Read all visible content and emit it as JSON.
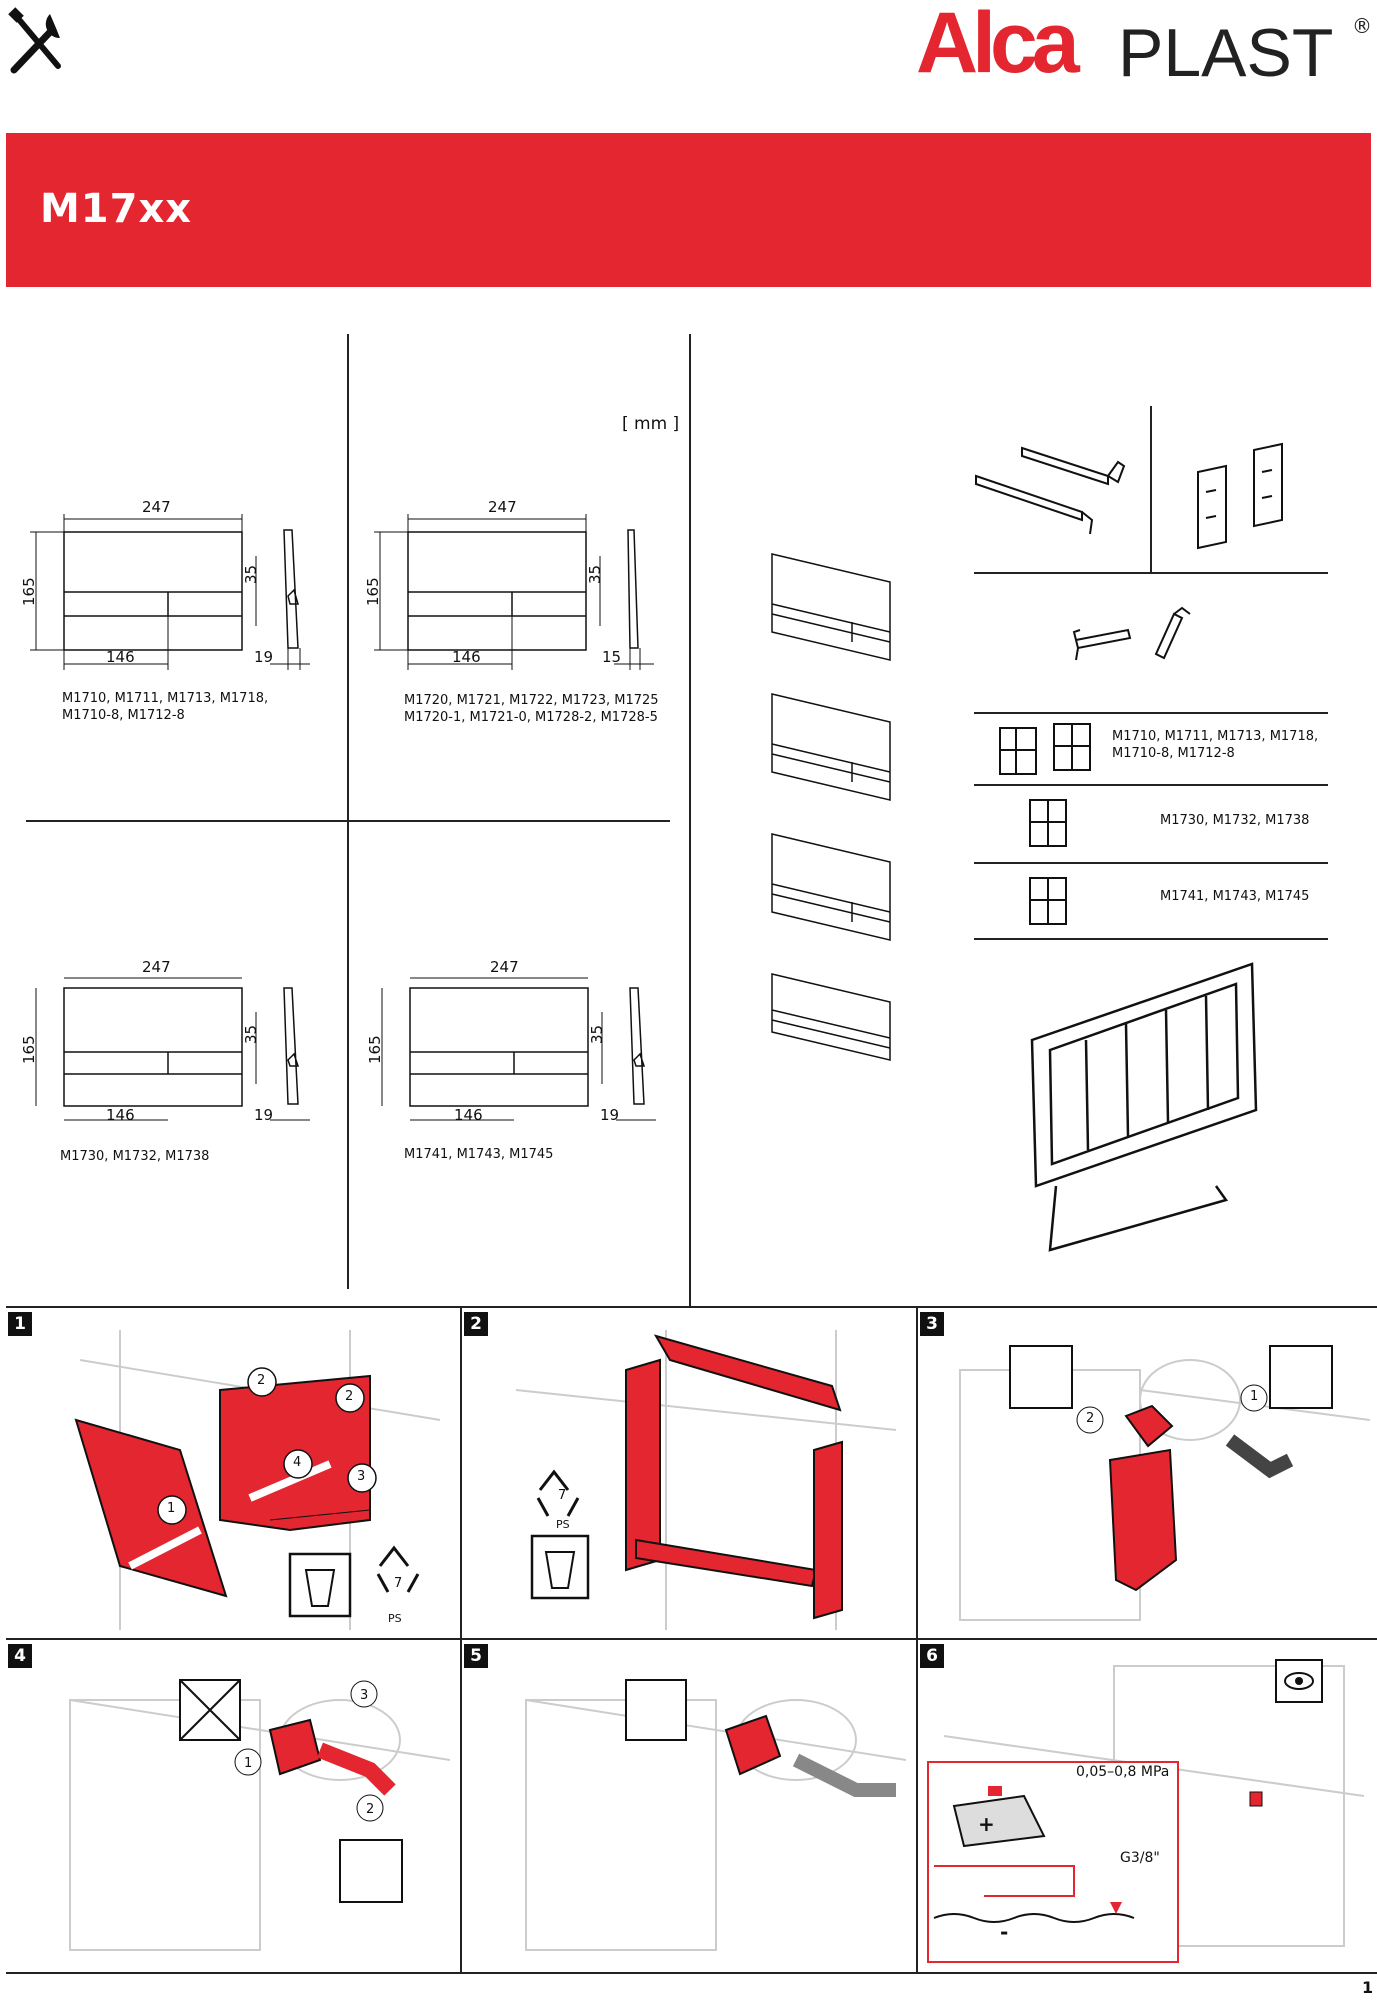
{
  "header": {
    "logo_alca": "Alca",
    "logo_plast": "PLAST",
    "logo_reg": "®",
    "tools_icon": "tools-icon"
  },
  "banner": {
    "title": "M17xx",
    "color": "#e3262f"
  },
  "unit_label": "[ mm ]",
  "drawings": [
    {
      "width": "247",
      "height": "165",
      "strip": "35",
      "button": "146",
      "depth": "19",
      "models": [
        "M1710, M1711, M1713, M1718,",
        "M1710-8, M1712-8"
      ]
    },
    {
      "width": "247",
      "height": "165",
      "strip": "35",
      "button": "146",
      "depth": "15",
      "models": [
        "M1720, M1721, M1722, M1723, M1725",
        "M1720-1, M1721-0, M1728-2, M1728-5"
      ]
    },
    {
      "width": "247",
      "height": "165",
      "strip": "35",
      "button": "146",
      "depth": "19",
      "models": [
        "M1730, M1732, M1738"
      ]
    },
    {
      "width": "247",
      "height": "165",
      "strip": "35",
      "button": "146",
      "depth": "19",
      "models": [
        "M1741, M1743, M1745"
      ]
    }
  ],
  "parts": {
    "row1_models": [
      "M1710, M1711, M1713, M1718,",
      "M1710-8, M1712-8"
    ],
    "row2_models": "M1730, M1732, M1738",
    "row3_models": "M1741, M1743, M1745"
  },
  "steps": [
    {
      "num": "1",
      "callouts": [
        "1",
        "2",
        "2",
        "3",
        "4"
      ],
      "recycle": "7",
      "recycle_label": "PS"
    },
    {
      "num": "2",
      "recycle": "7",
      "recycle_label": "PS"
    },
    {
      "num": "3",
      "callouts": [
        "1",
        "2"
      ]
    },
    {
      "num": "4",
      "callouts": [
        "1",
        "2",
        "3"
      ]
    },
    {
      "num": "5"
    },
    {
      "num": "6",
      "pressure": "0,05–0,8 MPa",
      "thread": "G3/8\"",
      "plus": "+",
      "minus": "-"
    }
  ],
  "page_number": "1"
}
